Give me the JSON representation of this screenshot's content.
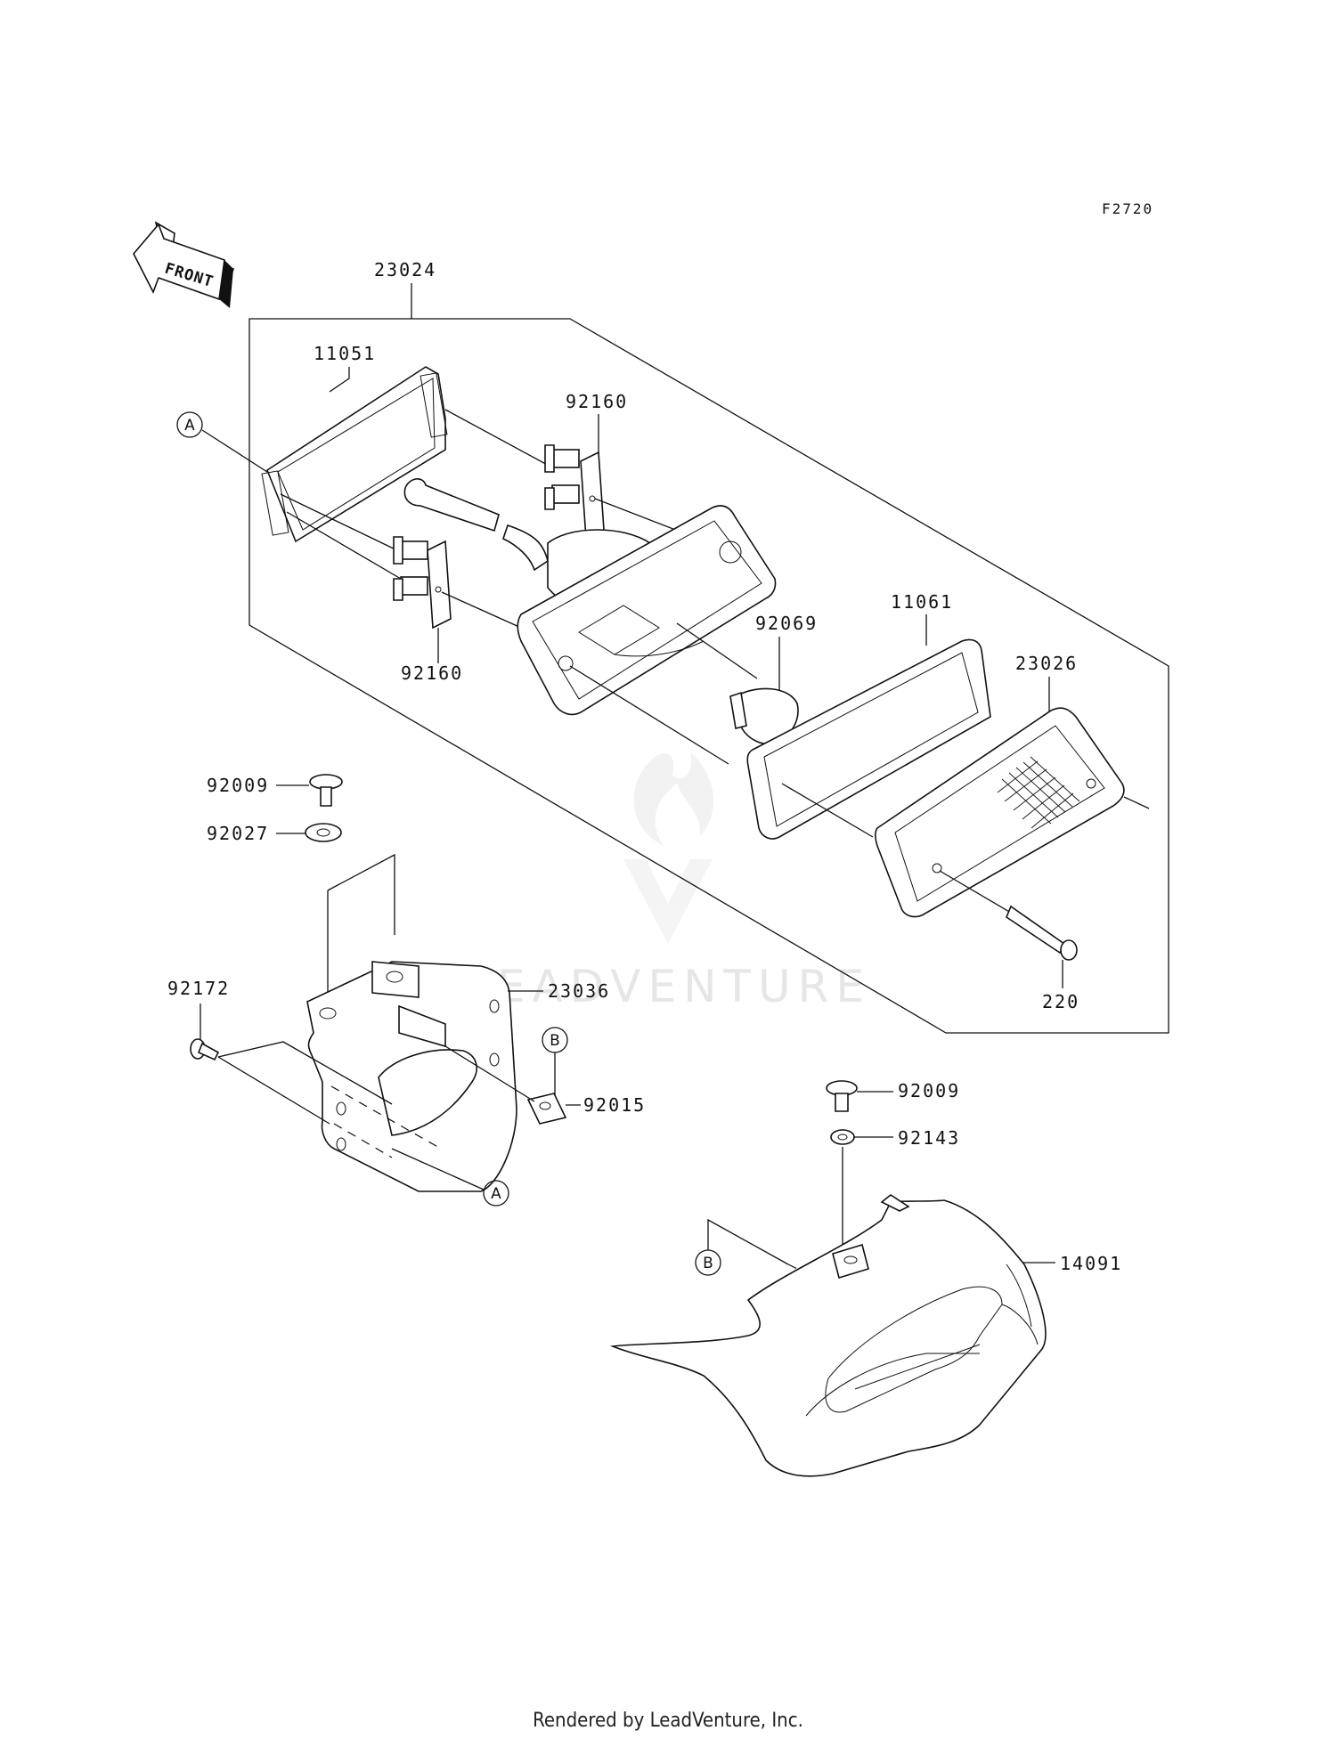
{
  "figure_code": "F2720",
  "front_label": "FRONT",
  "watermark": "LEADVENTURE",
  "footer": "Rendered by LeadVenture, Inc.",
  "parts": {
    "p23024": "23024",
    "p11051": "11051",
    "p92160a": "92160",
    "p92160b": "92160",
    "p92069": "92069",
    "p11061": "11061",
    "p23026": "23026",
    "p220": "220",
    "p92009a": "92009",
    "p92027": "92027",
    "p23036": "23036",
    "p92172": "92172",
    "p92015": "92015",
    "p92009b": "92009",
    "p92143": "92143",
    "p14091": "14091"
  },
  "callouts": {
    "a1": "A",
    "a2": "A",
    "b1": "B",
    "b2": "B"
  }
}
